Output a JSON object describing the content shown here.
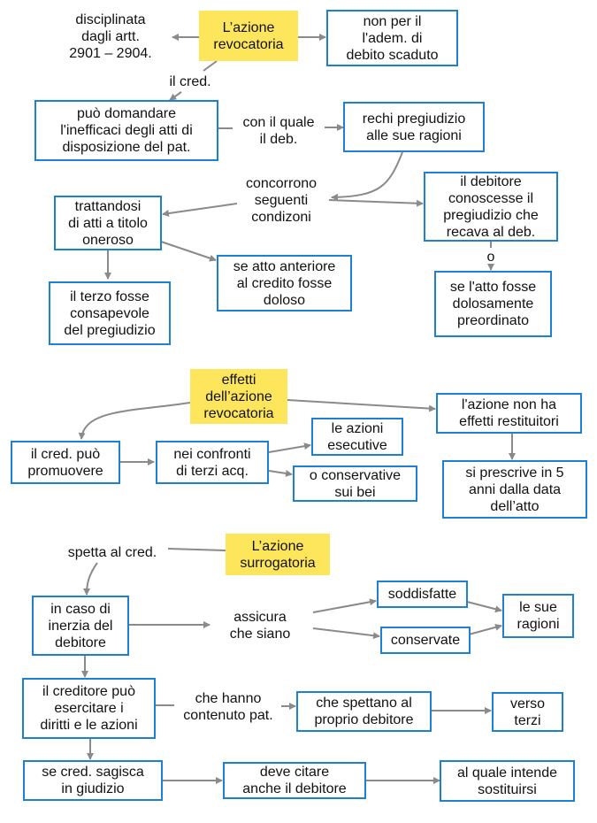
{
  "colors": {
    "box_border": "#1f7fd1",
    "title_fill": "#fde55c",
    "arrow": "#8a8a8a"
  },
  "section1": {
    "title": "L’azione\nrevocatoria",
    "disciplinata": "disciplinata\ndagli artt.\n2901 – 2904.",
    "non_per": "non per il\nl'adem. di\ndebito scaduto",
    "il_cred": "il cred.",
    "puo_domandare": "può domandare\nl'inefficaci degli atti di\ndisposizione del pat.",
    "con_il_quale": "con il quale\nil deb.",
    "rechi_pregiudizio": "rechi pregiudizio\nalle sue ragioni",
    "concorrono": "concorrono\nseguenti\ncondizoni",
    "trattandosi": "trattandosi\ndi atti a titolo\noneroso",
    "il_debitore_conoscesse": "il debitore\nconoscesse il\npregiudizio che\nrecava al deb.",
    "o": "o",
    "se_atto_anteriore": "se atto anteriore\nal credito fosse\ndoloso",
    "il_terzo": "il terzo fosse\nconsapevole\ndel pregiudizio",
    "se_l_atto": "se l'atto fosse\ndolosamente\npreordinato"
  },
  "section2": {
    "title": "effetti\ndell’azione\nrevocatoria",
    "il_cred_puo": "il cred. può\npromuovere",
    "nei_confronti": "nei confronti\ndi terzi acq.",
    "le_azioni": "le azioni\nesecutive",
    "o_conservative": "o conservative\nsui bei",
    "non_ha_effetti": "l'azione non ha\neffetti restituitori",
    "si_prescrive": "si prescrive in 5\nanni dalla data\ndell’atto"
  },
  "section3": {
    "title": "L’azione\nsurrogatoria",
    "spetta": "spetta al cred.",
    "in_caso": "in caso di\ninerzia del\ndebitore",
    "assicura": "assicura\nche siano",
    "soddisfatte": "soddisfatte",
    "conservate": "conservate",
    "le_sue_ragioni": "le sue\nragioni",
    "il_creditore_puo": "il creditore può\nesercitare i\ndiritti e le azioni",
    "che_hanno": "che hanno\ncontenuto pat.",
    "che_spettano": "che spettano al\nproprio debitore",
    "verso_terzi": "verso\nterzi",
    "se_cred": "se cred. sagisca\nin giudizio",
    "deve_citare": "deve citare\nanche il debitore",
    "al_quale": "al quale intende\nsostituirsi"
  }
}
